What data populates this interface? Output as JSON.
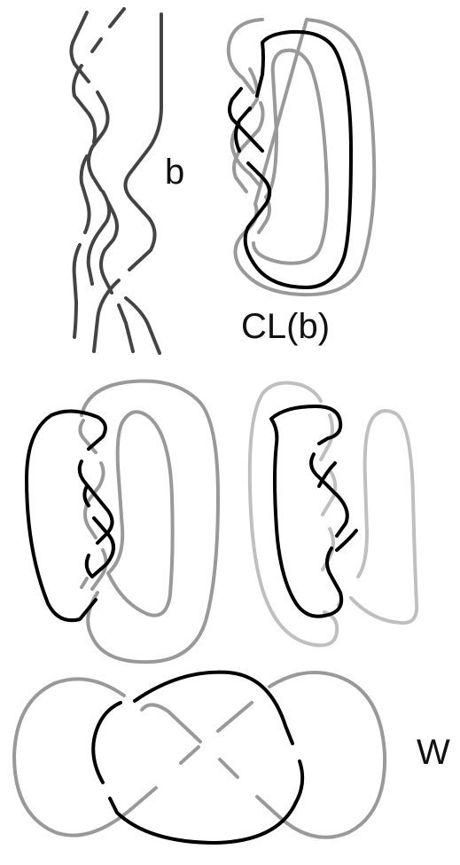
{
  "labels": {
    "braid": "b",
    "closure": "CL(b)",
    "whitehead": "W"
  },
  "colors": {
    "braid_strand": "#444444",
    "component_black": "#000000",
    "component_gray": "#999999",
    "component_light": "#bfbfbf",
    "background": "#ffffff"
  }
}
